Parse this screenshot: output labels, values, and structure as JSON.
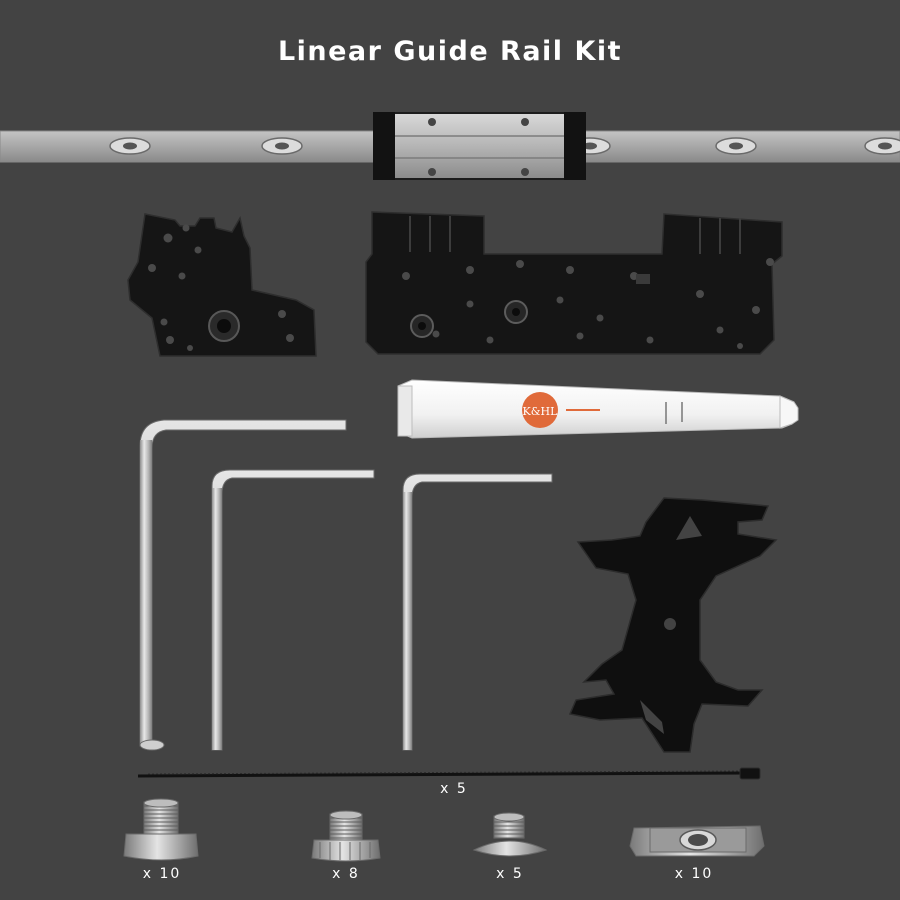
{
  "title": "Linear Guide Rail Kit",
  "tube_label": "K&HL",
  "quantities": {
    "cable_ties": "x 5",
    "screw_a": "x 10",
    "screw_b": "x 8",
    "screw_c": "x 5",
    "t_nut": "x 10"
  },
  "colors": {
    "background": "#434343",
    "rail": "#a4a4a4",
    "black_parts": "#141414",
    "tube_cap": "#e06a3a"
  }
}
